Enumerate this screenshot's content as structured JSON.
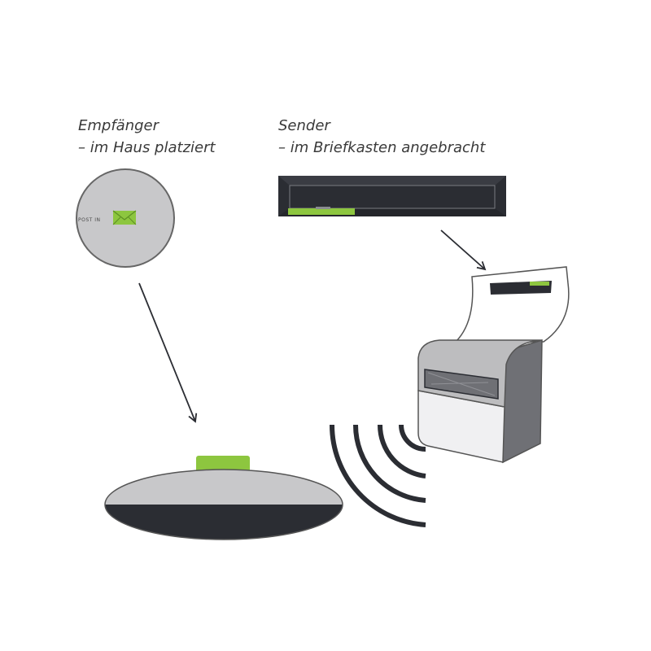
{
  "receiver": {
    "title": "Empfänger",
    "subtitle": "– im Haus platziert",
    "badge_text": "POST IN"
  },
  "sender": {
    "title": "Sender",
    "subtitle": "– im Briefkasten angebracht"
  },
  "colors": {
    "light_gray": "#c8c8ca",
    "mid_gray": "#bdbdbf",
    "dark": "#2b2d33",
    "accent_green": "#8dc63f",
    "outline": "#555555",
    "white_panel": "#f0f0f2"
  },
  "icons": {
    "badge": "envelope-icon",
    "signal": "wifi-signal-arcs"
  }
}
